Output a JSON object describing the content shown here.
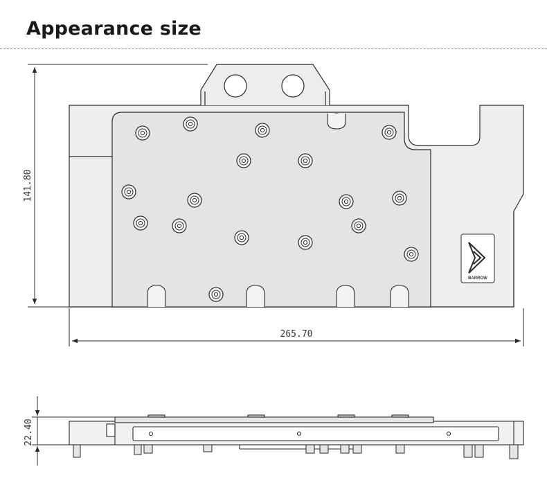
{
  "page": {
    "title": "Appearance size"
  },
  "dimensions": {
    "height": "141.80",
    "width": "265.70",
    "thickness": "22.40"
  },
  "brand": {
    "name": "BARROW"
  },
  "colors": {
    "line": "#2a2a2a",
    "plate_fill": "#eeeeee",
    "panel_fill": "#e2e2e2",
    "divider": "#8a8a8a"
  }
}
